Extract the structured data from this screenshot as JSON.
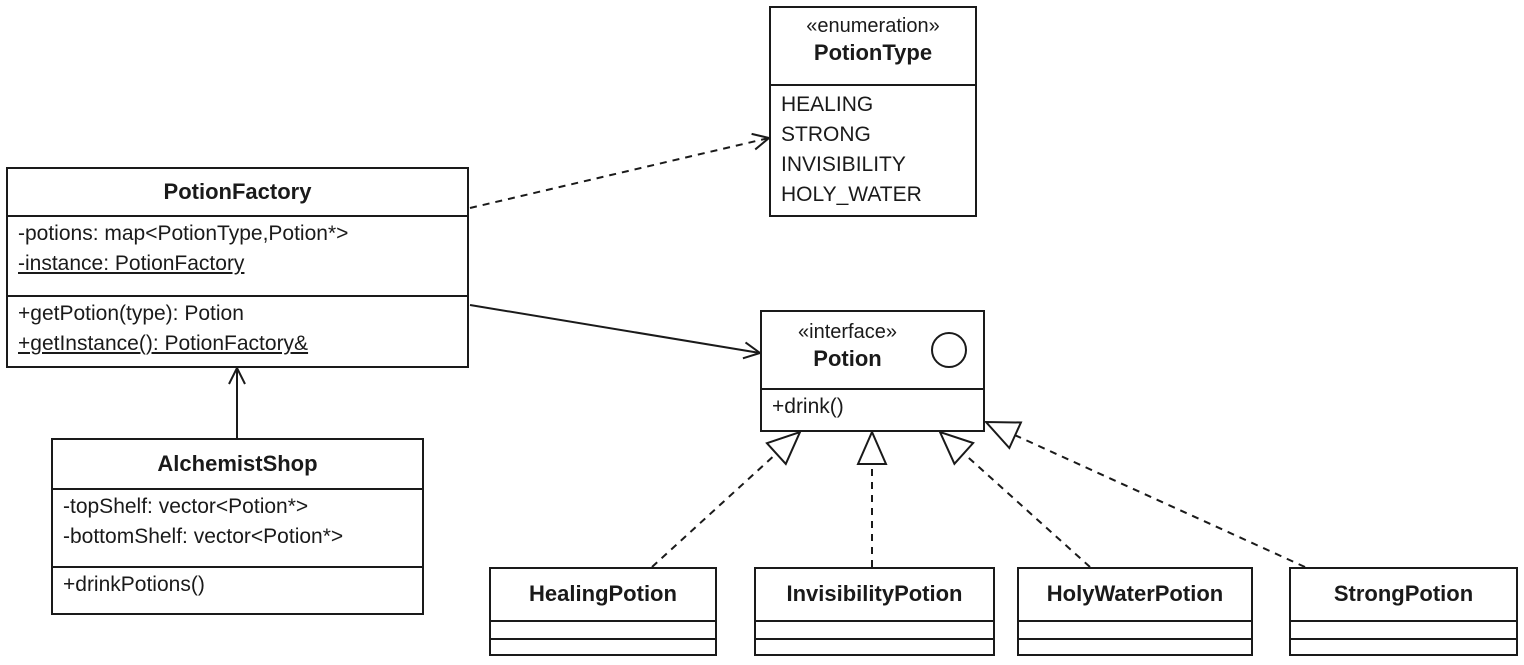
{
  "potion_type": {
    "stereotype": "«enumeration»",
    "name": "PotionType",
    "literals": [
      "HEALING",
      "STRONG",
      "INVISIBILITY",
      "HOLY_WATER"
    ]
  },
  "potion_factory": {
    "name": "PotionFactory",
    "attributes": [
      "-potions: map<PotionType,Potion*>",
      "-instance: PotionFactory"
    ],
    "operations": [
      "+getPotion(type): Potion",
      "+getInstance(): PotionFactory&"
    ]
  },
  "potion": {
    "stereotype": "«interface»",
    "name": "Potion",
    "operations": [
      "+drink()"
    ]
  },
  "alchemist_shop": {
    "name": "AlchemistShop",
    "attributes": [
      "-topShelf: vector<Potion*>",
      "-bottomShelf: vector<Potion*>"
    ],
    "operations": [
      "+drinkPotions()"
    ]
  },
  "implementations": [
    {
      "name": "HealingPotion"
    },
    {
      "name": "InvisibilityPotion"
    },
    {
      "name": "HolyWaterPotion"
    },
    {
      "name": "StrongPotion"
    }
  ],
  "colors": {
    "stroke": "#1a1a1a",
    "background": "#ffffff"
  }
}
